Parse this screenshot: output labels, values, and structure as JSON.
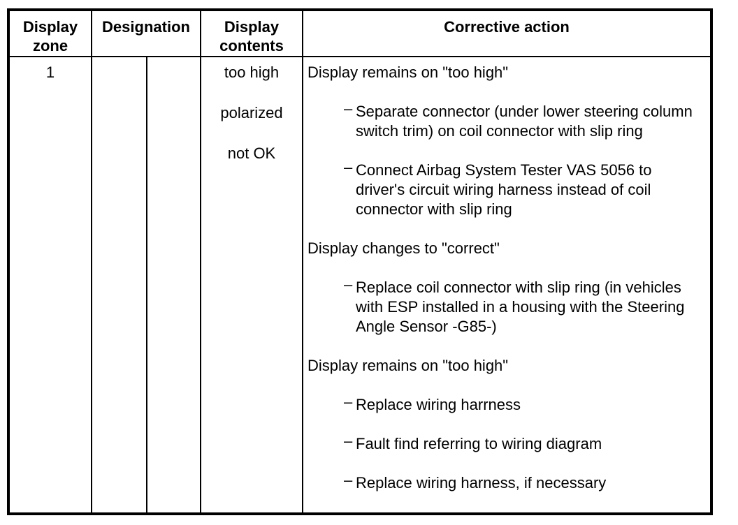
{
  "document": {
    "background_color": "#ffffff",
    "border_color": "#000000"
  },
  "table": {
    "headers": [
      {
        "id": "display_zone",
        "label": "Display\nzone"
      },
      {
        "id": "designation",
        "label": "Designation"
      },
      {
        "id": "display_contents",
        "label": "Display\ncontents"
      },
      {
        "id": "corrective_action",
        "label": "Corrective action"
      }
    ],
    "row": {
      "display_zone": "1",
      "designation_left": "",
      "designation_right": "",
      "display_contents": [
        "too high",
        "polarized",
        "not OK"
      ],
      "bullet_glyph": "–",
      "corrective_action": [
        {
          "kind": "status",
          "text": "Display remains on \"too high\""
        },
        {
          "kind": "step",
          "text": "Separate connector (under lower steering column switch trim) on coil connector with slip ring"
        },
        {
          "kind": "step",
          "text": "Connect Airbag System Tester VAS 5056 to driver's circuit wiring harness instead of coil connector with slip ring"
        },
        {
          "kind": "status",
          "text": "Display changes to \"correct\""
        },
        {
          "kind": "step",
          "text": "Replace coil connector with slip ring (in vehicles with ESP installed in a housing with the Steering Angle Sensor -G85-)"
        },
        {
          "kind": "status",
          "text": "Display remains on \"too high\""
        },
        {
          "kind": "step",
          "text": "Replace wiring harrness"
        },
        {
          "kind": "step",
          "text": "Fault find referring to wiring diagram"
        },
        {
          "kind": "step",
          "text": "Replace wiring harness, if necessary"
        }
      ]
    }
  }
}
